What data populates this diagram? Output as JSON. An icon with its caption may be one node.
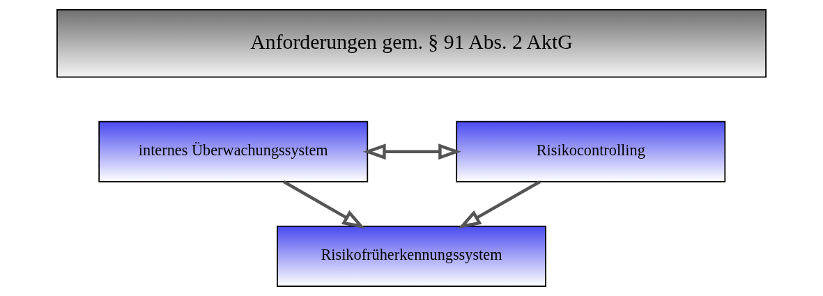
{
  "diagram": {
    "nodes": [
      {
        "text": [
          "Anforderungen gem. § 91 Abs. 2 AktG"
        ]
      },
      {
        "text": [
          "internes Überwachungssystem"
        ]
      },
      {
        "text": [
          "Risikocontrolling"
        ]
      },
      {
        "text": [
          "Risikofrüherkennungssystem"
        ]
      }
    ],
    "edges": [
      {
        "from": 1,
        "to": 2,
        "arrow": "both"
      },
      {
        "from": 1,
        "to": 3,
        "arrow": "to"
      },
      {
        "from": 2,
        "to": 3,
        "arrow": "to"
      }
    ]
  }
}
